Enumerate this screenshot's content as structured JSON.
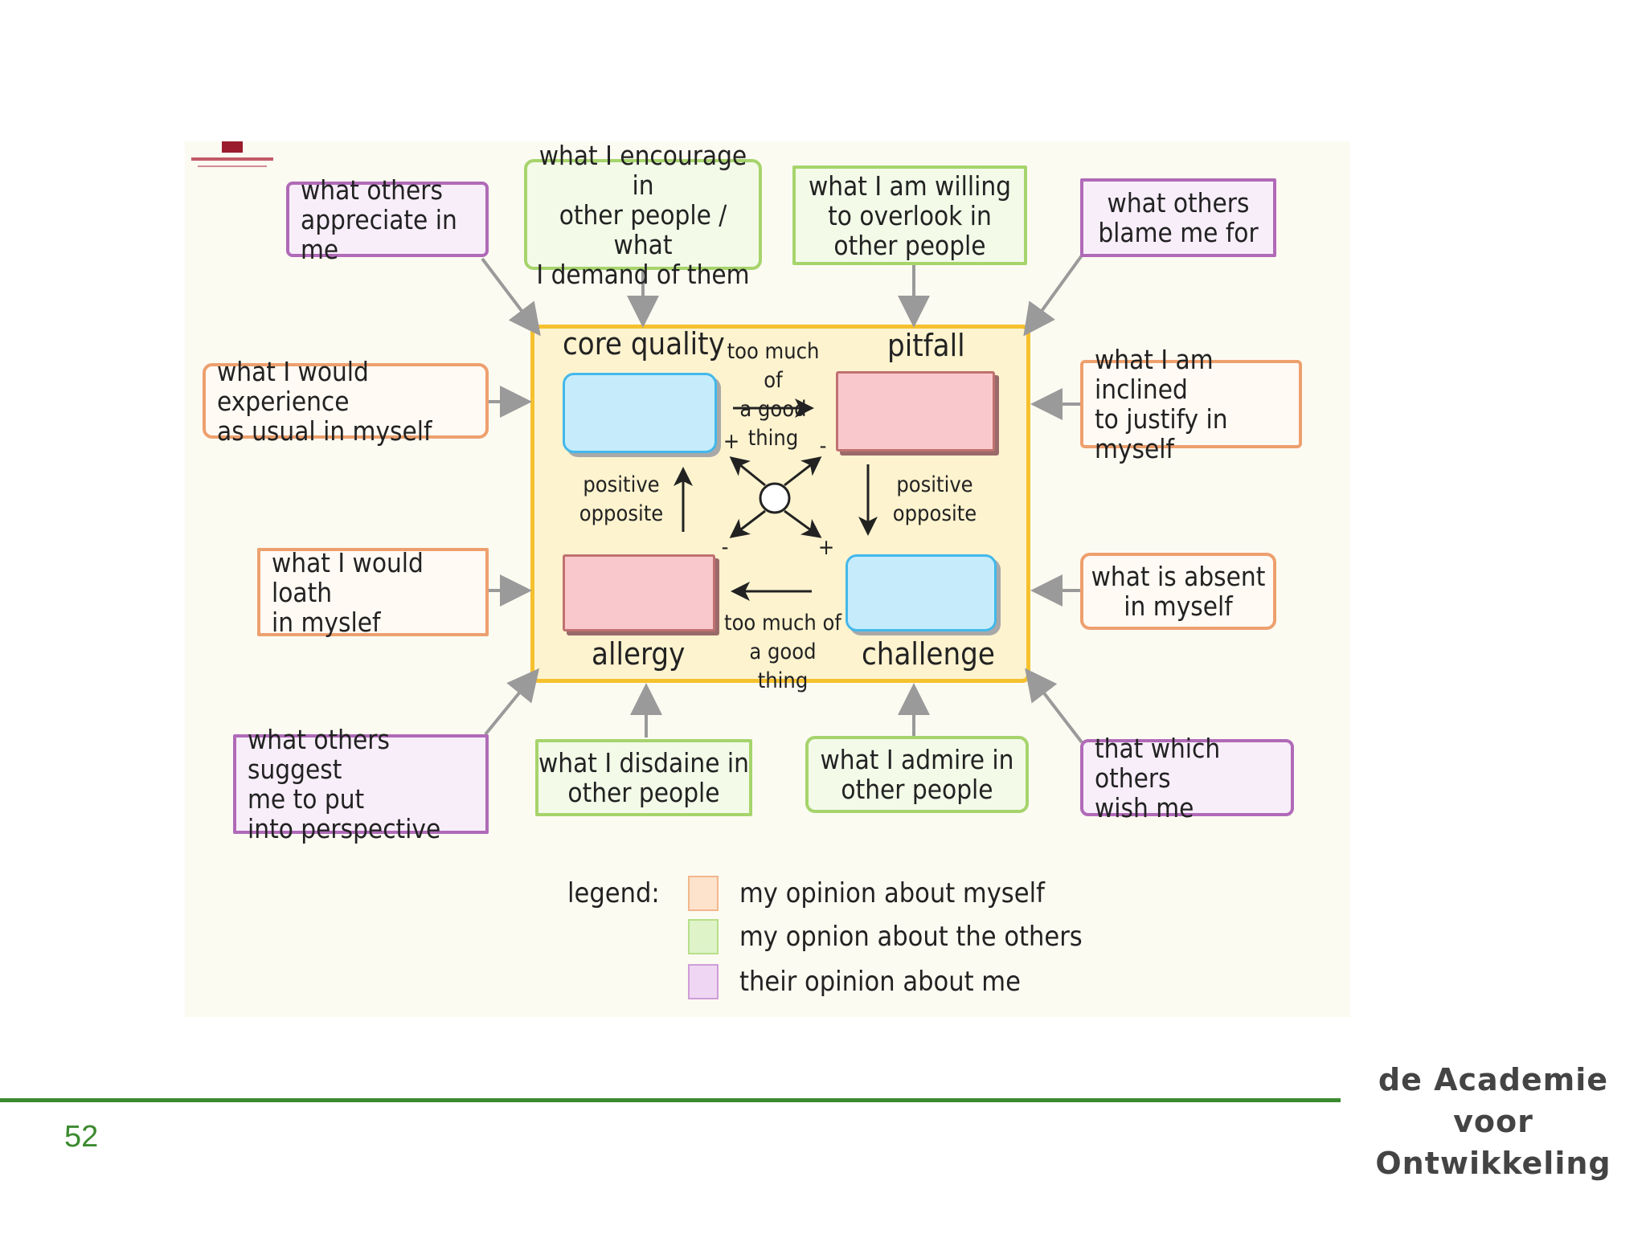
{
  "diagram": {
    "outer_boxes": {
      "appreciate": "what others\nappreciate in me",
      "encourage": "what I encourage in\nother people / what\nI demand of them",
      "overlook": "what I am willing\nto overlook in\nother people",
      "blame": "what others\nblame me for",
      "usual": "what I would experience\nas usual in myself",
      "justify": "what I am inclined\nto justify in myself",
      "loath": "what I would loath\nin myslef",
      "absent": "what is absent\nin myself",
      "perspective": "what others suggest\nme to put\ninto perspective",
      "disdain": "what I disdaine in\nother people",
      "admire": "what I admire in\nother people",
      "wish": "that which others\nwish me"
    },
    "quadrants": {
      "core_quality": "core quality",
      "pitfall": "pitfall",
      "allergy": "allergy",
      "challenge": "challenge"
    },
    "relations": {
      "too_much_top": "too much of\na good thing",
      "too_much_bottom": "too much of\na good thing",
      "positive_opposite_left": "positive\nopposite",
      "positive_opposite_right": "positive\nopposite",
      "plus": "+",
      "minus": "-"
    },
    "legend": {
      "title": "legend:",
      "items": [
        {
          "label": "my opinion about myself",
          "color": "#fde2cc"
        },
        {
          "label": "my opnion about the others",
          "color": "#dff3c9"
        },
        {
          "label": "their opinion about me",
          "color": "#efd7f3"
        }
      ]
    },
    "colors": {
      "purple_border": "#b06ab8",
      "green_border": "#a6d46c",
      "orange_border": "#eda06e",
      "frame": "#f6c12e"
    }
  },
  "footer": {
    "page_number": "52",
    "brand": "de Academie\nvoor Ontwikkeling"
  }
}
